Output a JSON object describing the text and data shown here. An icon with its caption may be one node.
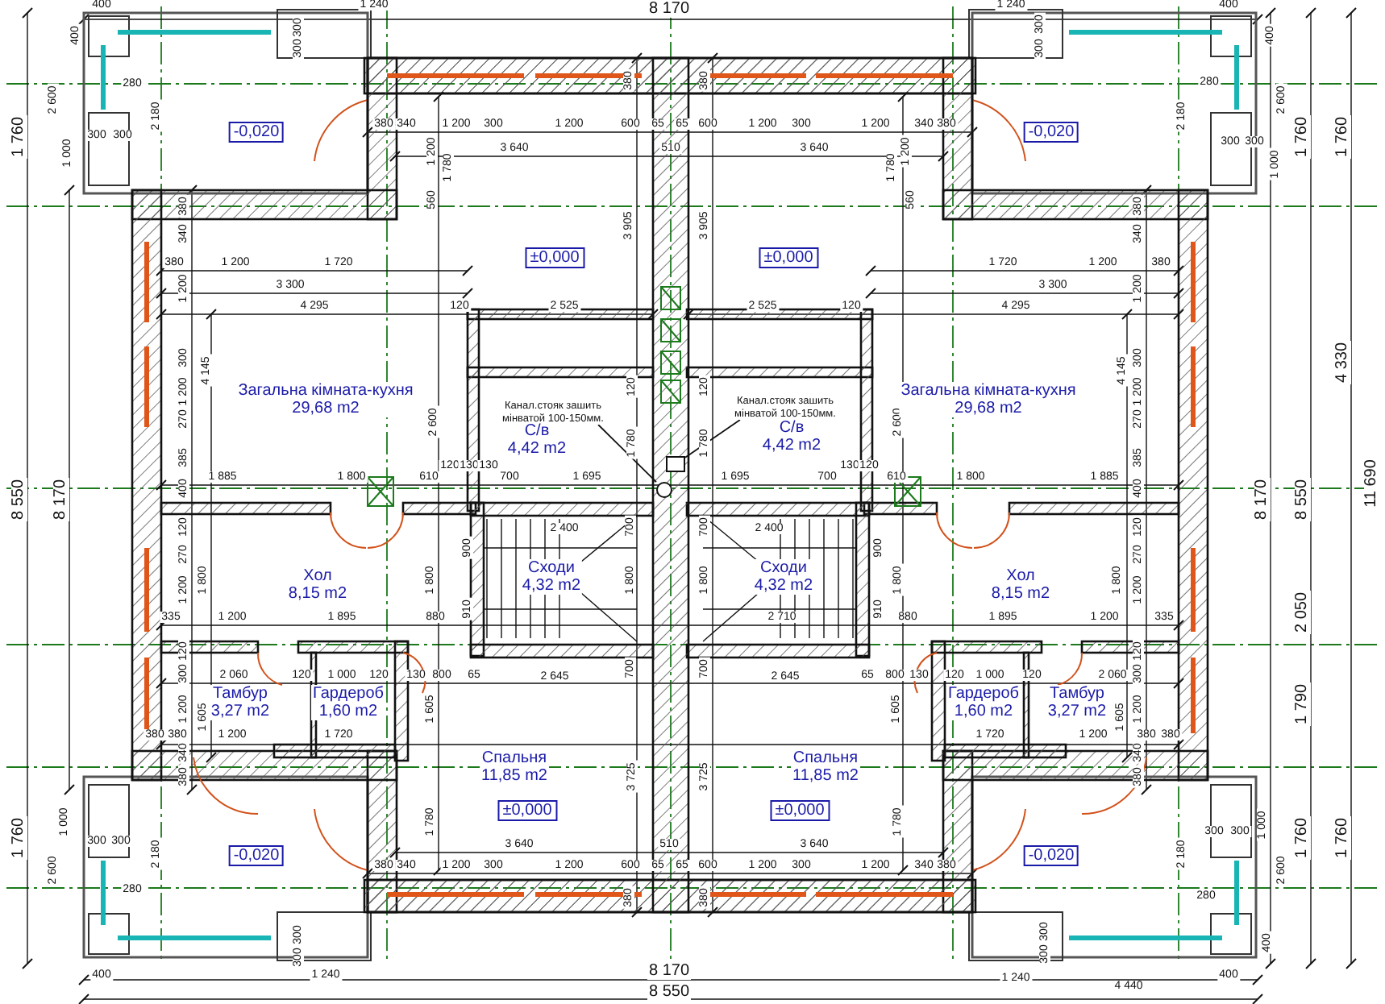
{
  "diagram": {
    "nodes": [
      {
        "text": [
          "-0,020"
        ]
      },
      {
        "text": [
          "-0,020"
        ]
      },
      {
        "text": [
          "±0,000"
        ]
      },
      {
        "text": [
          "±0,000"
        ]
      },
      {
        "text": [
          "Загальна кімната-кухня",
          "29,68 m2"
        ]
      },
      {
        "text": [
          "Загальна кімната-кухня",
          "29,68 m2"
        ]
      },
      {
        "text": [
          "Канал.стояк зашить мінватой 100-150мм."
        ]
      },
      {
        "text": [
          "Канал.стояк зашить мінватой 100-150мм."
        ]
      },
      {
        "text": [
          "С/в",
          "4,42 m2"
        ]
      },
      {
        "text": [
          "С/в",
          "4,42 m2"
        ]
      },
      {
        "text": [],
        "shape": "circle"
      },
      {
        "text": [],
        "shape": "box"
      },
      {
        "text": [
          "Хол",
          "8,15 m2"
        ]
      },
      {
        "text": [
          "Сходи",
          "4,32 m2"
        ]
      },
      {
        "text": [
          "Сходи",
          "4,32 m2"
        ]
      },
      {
        "text": [
          "Хол",
          "8,15 m2"
        ]
      },
      {
        "text": [
          "Тамбур",
          "3,27 m2"
        ]
      },
      {
        "text": [
          "Гардероб",
          "1,60 m2"
        ]
      },
      {
        "text": [
          "Гардероб",
          "1,60 m2"
        ]
      },
      {
        "text": [
          "Тамбур",
          "3,27 m2"
        ]
      },
      {
        "text": [
          "Спальня",
          "11,85 m2"
        ]
      },
      {
        "text": [
          "Спальня",
          "11,85 m2"
        ]
      },
      {
        "text": [
          "±0,000"
        ]
      },
      {
        "text": [
          "±0,000"
        ]
      },
      {
        "text": [
          "-0,020"
        ]
      },
      {
        "text": [
          "-0,020"
        ]
      }
    ],
    "edges": [
      {
        "from": 6,
        "to": 10,
        "arrow": "none"
      },
      {
        "from": 7,
        "to": 11,
        "arrow": "none"
      }
    ],
    "labels": [
      "8 170",
      "8 170",
      "8 550",
      "1 760",
      "8 550",
      "8 170",
      "1 760",
      "1 760",
      "1 760",
      "4 330",
      "8 170",
      "8 550",
      "11 690",
      "2 050",
      "1 790",
      "1 760",
      "1 760",
      "400",
      "1 240",
      "400",
      "2 600",
      "1 000",
      "300",
      "300",
      "280",
      "2 180",
      "300",
      "300",
      "1 240",
      "400",
      "400",
      "300",
      "300",
      "280",
      "300",
      "300",
      "1 000",
      "2 600",
      "2 180",
      "380",
      "340",
      "1 200",
      "300",
      "1 200",
      "600",
      "65",
      "65",
      "600",
      "1 200",
      "300",
      "1 200",
      "340",
      "380",
      "1 200",
      "1 780",
      "560",
      "1 200",
      "1 780",
      "560",
      "3 640",
      "510",
      "3 640",
      "380",
      "380",
      "3 905",
      "3 905",
      "380",
      "340",
      "380",
      "1 200",
      "1 720",
      "1 200",
      "3 300",
      "4 295",
      "120",
      "2 525",
      "2 525",
      "120",
      "4 145",
      "300",
      "1 200",
      "270",
      "385",
      "400",
      "2 600",
      "1 720",
      "1 200",
      "380",
      "3 300",
      "4 295",
      "4 145",
      "380",
      "340",
      "1 200",
      "300",
      "1 200",
      "270",
      "385",
      "400",
      "2 600",
      "120",
      "120",
      "1 780",
      "1 780",
      "1 885",
      "1 800",
      "610",
      "120",
      "130",
      "130",
      "700",
      "1 695",
      "1 695",
      "700",
      "130",
      "120",
      "610",
      "1 800",
      "1 885",
      "120",
      "270",
      "1 200",
      "1 800",
      "1 800",
      "900",
      "910",
      "335",
      "1 200",
      "1 895",
      "880",
      "2 400",
      "2 400",
      "700",
      "700",
      "1 800",
      "1 800",
      "2 710",
      "700",
      "700",
      "900",
      "910",
      "1 800",
      "880",
      "1 895",
      "1 200",
      "335",
      "120",
      "270",
      "1 800",
      "1 200",
      "120",
      "300",
      "1 200",
      "1 605",
      "2 060",
      "120",
      "1 000",
      "120",
      "130",
      "800",
      "65",
      "1 605",
      "2 645",
      "2 645",
      "65",
      "800",
      "130",
      "120",
      "1 000",
      "120",
      "2 060",
      "1 605",
      "120",
      "300",
      "1 605",
      "1 200",
      "380",
      "380",
      "1 200",
      "1 720",
      "1 720",
      "1 200",
      "380",
      "380",
      "340",
      "380",
      "340",
      "380",
      "3 725",
      "3 725",
      "1 780",
      "1 780",
      "3 640",
      "510",
      "3 640",
      "380",
      "340",
      "1 200",
      "300",
      "1 200",
      "600",
      "65",
      "65",
      "600",
      "1 200",
      "300",
      "1 200",
      "340",
      "380",
      "380",
      "380",
      "1 000",
      "300",
      "300",
      "2 600",
      "280",
      "2 180",
      "300",
      "300",
      "400",
      "1 240",
      "2 180",
      "1 000",
      "300",
      "300",
      "2 600",
      "280",
      "400",
      "400",
      "300",
      "300",
      "1 240",
      "4 440"
    ]
  }
}
